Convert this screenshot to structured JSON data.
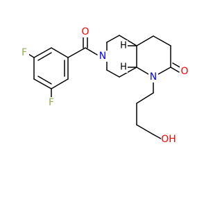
{
  "molecule": {
    "atoms": {
      "F_top": "F",
      "F_bottom": "F",
      "O_carbonyl_amide": "O",
      "N_ring6": "N",
      "N_ring1": "N",
      "O_lactam": "O",
      "H_top": "H",
      "H_bottom": "H",
      "OH": "OH"
    },
    "colors": {
      "fluorine": "#90b050",
      "oxygen": "#ff0000",
      "nitrogen": "#0000ff",
      "carbon": "#000000"
    }
  }
}
